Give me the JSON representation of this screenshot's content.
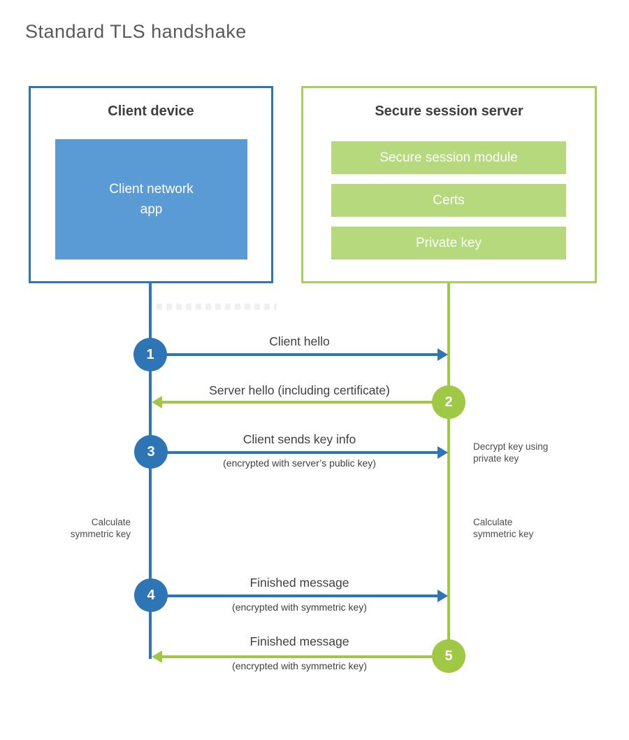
{
  "title": "Standard TLS handshake",
  "colors": {
    "blue": "#2e75b6",
    "blue_light": "#5b9bd5",
    "green": "#9fc845",
    "green_border": "#a6d05c",
    "green_light": "#b5d97c",
    "ghost": "#f0f0ee",
    "title_text": "#595959",
    "heading_text": "#3d3d3d",
    "label_text": "#3f3f3f",
    "note_text": "#4c4c4c"
  },
  "client": {
    "title": "Client device",
    "app_label": "Client network\napp"
  },
  "server": {
    "title": "Secure session server",
    "modules": [
      "Secure session module",
      "Certs",
      "Private key"
    ]
  },
  "steps": [
    {
      "number": "1",
      "label": "Client hello",
      "sublabel": "",
      "direction": "right",
      "color": "blue"
    },
    {
      "number": "2",
      "label": "Server hello (including certificate)",
      "sublabel": "",
      "direction": "left",
      "color": "green"
    },
    {
      "number": "3",
      "label": "Client sends key info",
      "sublabel": "(encrypted with server’s public key)",
      "direction": "right",
      "color": "blue"
    },
    {
      "number": "4",
      "label": "Finished message",
      "sublabel": "(encrypted with symmetric key)",
      "direction": "right",
      "color": "blue"
    },
    {
      "number": "5",
      "label": "Finished message",
      "sublabel": "(encrypted with symmetric key)",
      "direction": "left",
      "color": "green"
    }
  ],
  "notes": {
    "decrypt": "Decrypt key using\nprivate key",
    "calc_left": "Calculate\nsymmetric key",
    "calc_right": "Calculate\nsymmetric key"
  }
}
